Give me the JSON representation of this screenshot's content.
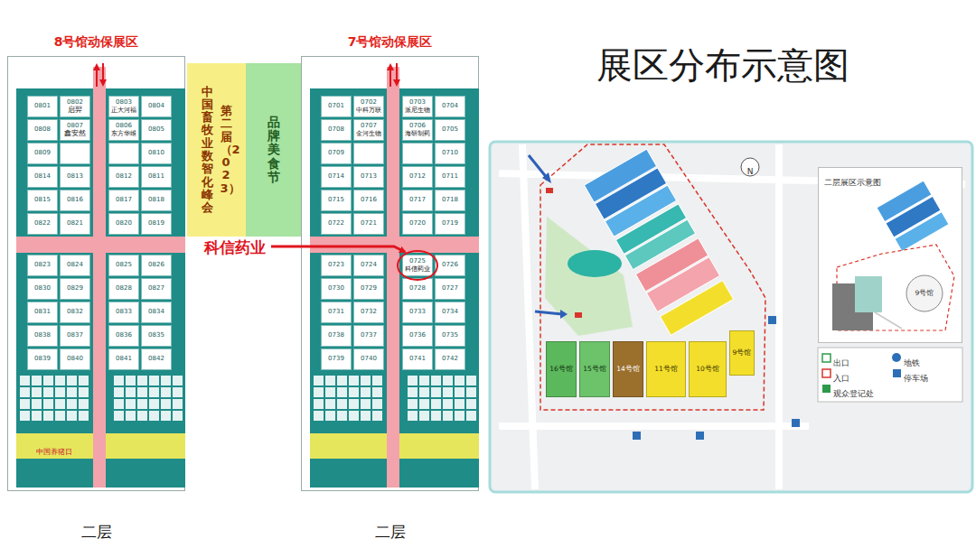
{
  "diagram": {
    "title": "展区分布示意图",
    "nodes": [
      {
        "text": [
          "8号馆动保展区",
          "二层"
        ]
      },
      {
        "text": [
          "0801"
        ],
        "in": 0
      },
      {
        "text": [
          "0802",
          "启羿"
        ],
        "in": 0
      },
      {
        "text": [
          "0803",
          "正大河福"
        ],
        "in": 0
      },
      {
        "text": [
          "0804"
        ],
        "in": 0
      },
      {
        "text": [
          "0808"
        ],
        "in": 0
      },
      {
        "text": [
          "0807",
          "鑫安然"
        ],
        "in": 0
      },
      {
        "text": [
          "0806",
          "东方华维"
        ],
        "in": 0
      },
      {
        "text": [
          "0805"
        ],
        "in": 0
      },
      {
        "text": [
          "0809"
        ],
        "in": 0
      },
      {
        "text": [
          "0810"
        ],
        "in": 0
      },
      {
        "text": [
          "0814"
        ],
        "in": 0
      },
      {
        "text": [
          "0813"
        ],
        "in": 0
      },
      {
        "text": [
          "0812"
        ],
        "in": 0
      },
      {
        "text": [
          "0811"
        ],
        "in": 0
      },
      {
        "text": [
          "0815"
        ],
        "in": 0
      },
      {
        "text": [
          "0816"
        ],
        "in": 0
      },
      {
        "text": [
          "0817"
        ],
        "in": 0
      },
      {
        "text": [
          "0818"
        ],
        "in": 0
      },
      {
        "text": [
          "0822"
        ],
        "in": 0
      },
      {
        "text": [
          "0821"
        ],
        "in": 0
      },
      {
        "text": [
          "0820"
        ],
        "in": 0
      },
      {
        "text": [
          "0819"
        ],
        "in": 0
      },
      {
        "text": [
          "0823"
        ],
        "in": 0
      },
      {
        "text": [
          "0824"
        ],
        "in": 0
      },
      {
        "text": [
          "0825"
        ],
        "in": 0
      },
      {
        "text": [
          "0826"
        ],
        "in": 0
      },
      {
        "text": [
          "0830"
        ],
        "in": 0
      },
      {
        "text": [
          "0829"
        ],
        "in": 0
      },
      {
        "text": [
          "0828"
        ],
        "in": 0
      },
      {
        "text": [
          "0827"
        ],
        "in": 0
      },
      {
        "text": [
          "0831"
        ],
        "in": 0
      },
      {
        "text": [
          "0832"
        ],
        "in": 0
      },
      {
        "text": [
          "0833"
        ],
        "in": 0
      },
      {
        "text": [
          "0834"
        ],
        "in": 0
      },
      {
        "text": [
          "0838"
        ],
        "in": 0
      },
      {
        "text": [
          "0837"
        ],
        "in": 0
      },
      {
        "text": [
          "0836"
        ],
        "in": 0
      },
      {
        "text": [
          "0835"
        ],
        "in": 0
      },
      {
        "text": [
          "0839"
        ],
        "in": 0
      },
      {
        "text": [
          "0840"
        ],
        "in": 0
      },
      {
        "text": [
          "0841"
        ],
        "in": 0
      },
      {
        "text": [
          "0842"
        ],
        "in": 0
      },
      {
        "text": [
          "中国畜牧业数智化峰会",
          "第二届（2023）"
        ]
      },
      {
        "text": [
          "品牌美食节"
        ]
      },
      {
        "text": [
          "7号馆动保展区",
          "二层"
        ]
      },
      {
        "text": [
          "0701"
        ],
        "in": 45
      },
      {
        "text": [
          "0702",
          "中科万联"
        ],
        "in": 45
      },
      {
        "text": [
          "0703",
          "派尼生物"
        ],
        "in": 45
      },
      {
        "text": [
          "0704"
        ],
        "in": 45
      },
      {
        "text": [
          "0708"
        ],
        "in": 45
      },
      {
        "text": [
          "0707",
          "金河生物"
        ],
        "in": 45
      },
      {
        "text": [
          "0706",
          "海研制药"
        ],
        "in": 45
      },
      {
        "text": [
          "0705"
        ],
        "in": 45
      },
      {
        "text": [
          "0709"
        ],
        "in": 45
      },
      {
        "text": [
          "0710"
        ],
        "in": 45
      },
      {
        "text": [
          "0714"
        ],
        "in": 45
      },
      {
        "text": [
          "0713"
        ],
        "in": 45
      },
      {
        "text": [
          "0712"
        ],
        "in": 45
      },
      {
        "text": [
          "0711"
        ],
        "in": 45
      },
      {
        "text": [
          "0715"
        ],
        "in": 45
      },
      {
        "text": [
          "0716"
        ],
        "in": 45
      },
      {
        "text": [
          "0717"
        ],
        "in": 45
      },
      {
        "text": [
          "0718"
        ],
        "in": 45
      },
      {
        "text": [
          "0722"
        ],
        "in": 45
      },
      {
        "text": [
          "0721"
        ],
        "in": 45
      },
      {
        "text": [
          "0720"
        ],
        "in": 45
      },
      {
        "text": [
          "0719"
        ],
        "in": 45
      },
      {
        "text": [
          "0723"
        ],
        "in": 45
      },
      {
        "text": [
          "0724"
        ],
        "in": 45
      },
      {
        "text": [
          "0725",
          "科信药业"
        ],
        "in": 45
      },
      {
        "text": [
          "0726"
        ],
        "in": 45
      },
      {
        "text": [
          "0730"
        ],
        "in": 45
      },
      {
        "text": [
          "0729"
        ],
        "in": 45
      },
      {
        "text": [
          "0728"
        ],
        "in": 45
      },
      {
        "text": [
          "0727"
        ],
        "in": 45
      },
      {
        "text": [
          "0731"
        ],
        "in": 45
      },
      {
        "text": [
          "0732"
        ],
        "in": 45
      },
      {
        "text": [
          "0733"
        ],
        "in": 45
      },
      {
        "text": [
          "0734"
        ],
        "in": 45
      },
      {
        "text": [
          "0738"
        ],
        "in": 45
      },
      {
        "text": [
          "0737"
        ],
        "in": 45
      },
      {
        "text": [
          "0736"
        ],
        "in": 45
      },
      {
        "text": [
          "0735"
        ],
        "in": 45
      },
      {
        "text": [
          "0739"
        ],
        "in": 45
      },
      {
        "text": [
          "0740"
        ],
        "in": 45
      },
      {
        "text": [
          "0741"
        ],
        "in": 45
      },
      {
        "text": [
          "0742"
        ],
        "in": 45
      },
      {
        "text": [
          "16号馆"
        ]
      },
      {
        "text": [
          "15号馆"
        ]
      },
      {
        "text": [
          "14号馆"
        ]
      },
      {
        "text": [
          "11号馆"
        ]
      },
      {
        "text": [
          "10号馆"
        ]
      },
      {
        "text": [
          "9号馆"
        ]
      },
      {
        "text": [
          "二层展区示意图"
        ]
      },
      {
        "text": [
          "9号馆"
        ],
        "in": 94
      }
    ],
    "labels": [
      "科信药业",
      "中国养猪日",
      "N"
    ],
    "legend": [
      {
        "text": "出口"
      },
      {
        "text": "地铁"
      },
      {
        "text": "入口"
      },
      {
        "text": "停车场"
      },
      {
        "text": "观众登记处"
      }
    ]
  }
}
